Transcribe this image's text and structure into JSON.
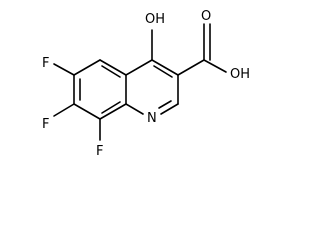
{
  "molecule": {
    "bond_color": "#000000",
    "labels": {
      "oh_top": "OH",
      "cooh_oh": "OH",
      "carbonyl_o": "O",
      "ring_n": "N",
      "f_upper": "F",
      "f_middle": "F",
      "f_lower": "F"
    }
  }
}
